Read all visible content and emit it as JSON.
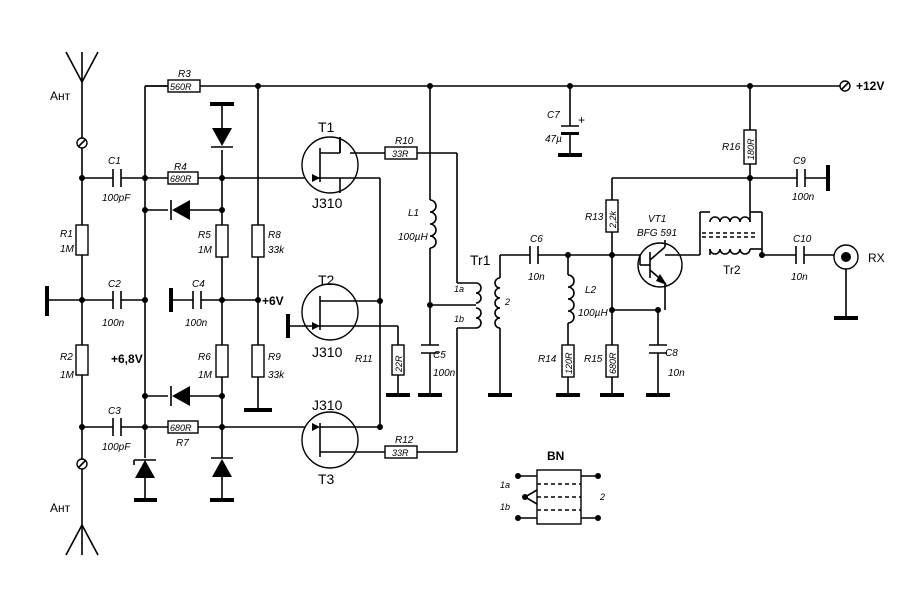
{
  "supply": {
    "v12": "+12V",
    "v6": "+6V",
    "v68": "+6,8V"
  },
  "antenna": {
    "top": "Ант",
    "bottom": "Ант"
  },
  "output": {
    "rx": "RX"
  },
  "transistors": {
    "t1": {
      "name": "T1",
      "type": "J310"
    },
    "t2": {
      "name": "T2",
      "type": "J310"
    },
    "t3": {
      "name": "T3",
      "type": "J310"
    },
    "vt1": {
      "name": "VT1",
      "type": "BFG 591"
    }
  },
  "resistors": {
    "r1": {
      "name": "R1",
      "value": "1M"
    },
    "r2": {
      "name": "R2",
      "value": "1M"
    },
    "r3": {
      "name": "R3",
      "value": "560R"
    },
    "r4": {
      "name": "R4",
      "value": "680R"
    },
    "r5": {
      "name": "R5",
      "value": "1M"
    },
    "r6": {
      "name": "R6",
      "value": "1M"
    },
    "r7": {
      "name": "R7",
      "value": "680R"
    },
    "r8": {
      "name": "R8",
      "value": "33k"
    },
    "r9": {
      "name": "R9",
      "value": "33k"
    },
    "r10": {
      "name": "R10",
      "value": "33R"
    },
    "r11": {
      "name": "R11",
      "value": "22R"
    },
    "r12": {
      "name": "R12",
      "value": "33R"
    },
    "r13": {
      "name": "R13",
      "value": "2,2k"
    },
    "r14": {
      "name": "R14",
      "value": "120R"
    },
    "r15": {
      "name": "R15",
      "value": "680R"
    },
    "r16": {
      "name": "R16",
      "value": "180R"
    }
  },
  "capacitors": {
    "c1": {
      "name": "C1",
      "value": "100pF"
    },
    "c2": {
      "name": "C2",
      "value": "100n"
    },
    "c3": {
      "name": "C3",
      "value": "100pF"
    },
    "c4": {
      "name": "C4",
      "value": "100n"
    },
    "c5": {
      "name": "C5",
      "value": "100n"
    },
    "c6": {
      "name": "C6",
      "value": "10n"
    },
    "c7": {
      "name": "C7",
      "value": "47µ"
    },
    "c8": {
      "name": "C8",
      "value": "10n"
    },
    "c9": {
      "name": "C9",
      "value": "100n"
    },
    "c10": {
      "name": "C10",
      "value": "10n"
    }
  },
  "inductors": {
    "l1": {
      "name": "L1",
      "value": "100µH"
    },
    "l2": {
      "name": "L2",
      "value": "100µH"
    }
  },
  "transformers": {
    "tr1": {
      "name": "Tr1",
      "pin_1a": "1a",
      "pin_1b": "1b",
      "pin_2": "2"
    },
    "tr2": {
      "name": "Tr2"
    }
  },
  "bn": {
    "title": "BN",
    "pin_1a": "1a",
    "pin_1b": "1b",
    "pin_2": "2"
  }
}
